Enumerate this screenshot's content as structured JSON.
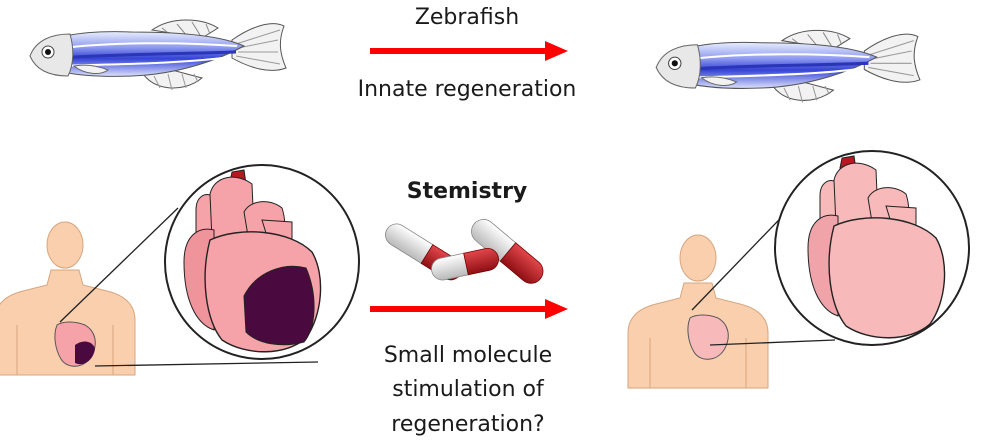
{
  "labels": {
    "zebrafish": "Zebrafish",
    "innate": "Innate regeneration",
    "stemistry": "Stemistry",
    "small_molecule_line1": "Small molecule",
    "small_molecule_line2": "stimulation of",
    "small_molecule_line3": "regeneration?"
  },
  "colors": {
    "arrow": "#ff0000",
    "skin": "#f9cfae",
    "heart": "#f5a3a8",
    "heart_healthy": "#f8b9bb",
    "scar": "#4a0a3f",
    "fish_blue": "#3f4fd8",
    "pill_red": "#b3191f"
  },
  "icons": [
    "zebrafish-before",
    "zebrafish-after",
    "person-damaged-heart",
    "person-healed-heart",
    "heart-zoom-circle",
    "capsules"
  ]
}
